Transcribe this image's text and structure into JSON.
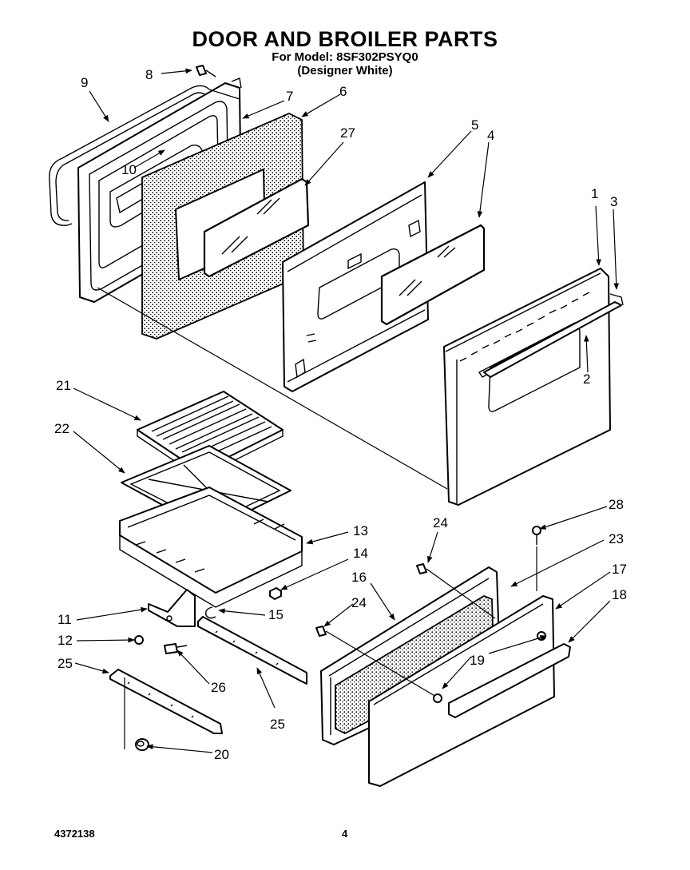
{
  "header": {
    "title": "DOOR AND BROILER PARTS",
    "model_line": "For Model: 8SF302PSYQ0",
    "color_line": "(Designer White)"
  },
  "footer": {
    "doc_number": "4372138",
    "page_number": "4"
  },
  "labels": {
    "l1": "1",
    "l2": "2",
    "l3": "3",
    "l4": "4",
    "l5": "5",
    "l6": "6",
    "l7": "7",
    "l8": "8",
    "l9": "9",
    "l10": "10",
    "l11": "11",
    "l12": "12",
    "l13": "13",
    "l14": "14",
    "l15": "15",
    "l16": "16",
    "l17": "17",
    "l18": "18",
    "l19": "19",
    "l20": "20",
    "l21": "21",
    "l22": "22",
    "l23": "23",
    "l24a": "24",
    "l24b": "24",
    "l25a": "25",
    "l25b": "25",
    "l26": "26",
    "l27": "27",
    "l28": "28"
  },
  "icons": {
    "arrow": "arrow-head-icon"
  }
}
